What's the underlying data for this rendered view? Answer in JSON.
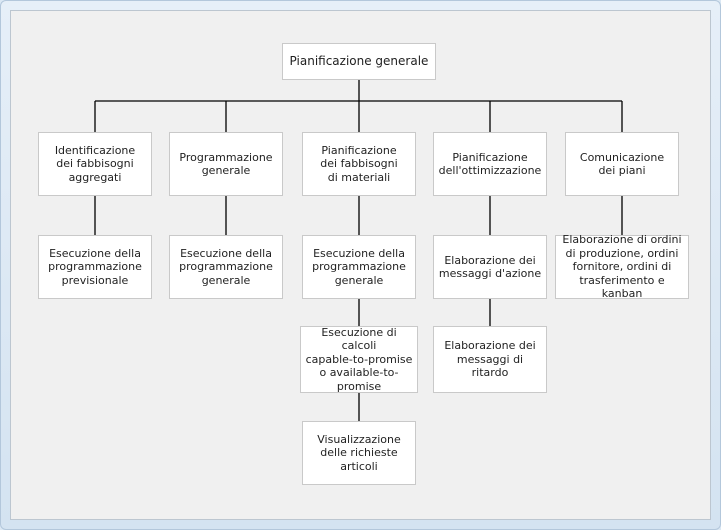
{
  "diagram": {
    "root": "Pianificazione generale",
    "columns": [
      {
        "header": "Identificazione\ndei fabbisogni\naggregati",
        "children": [
          "Esecuzione della\nprogrammazione\nprevisionale"
        ]
      },
      {
        "header": "Programmazione\ngenerale",
        "children": [
          "Esecuzione della\nprogrammazione\ngenerale"
        ]
      },
      {
        "header": "Pianificazione\ndei fabbisogni\ndi materiali",
        "children": [
          "Esecuzione della\nprogrammazione\ngenerale",
          "Esecuzione di calcoli\ncapable-to-promise\no available-to-\npromise",
          "Visualizzazione\ndelle richieste\narticoli"
        ]
      },
      {
        "header": "Pianificazione\ndell'ottimizzazione",
        "children": [
          "Elaborazione dei\nmessaggi d'azione",
          "Elaborazione dei\nmessaggi di ritardo"
        ]
      },
      {
        "header": "Comunicazione\ndei piani",
        "children": [
          "Elaborazione di ordini\ndi produzione, ordini\nfornitore, ordini di\ntrasferimento e kanban"
        ]
      }
    ]
  }
}
